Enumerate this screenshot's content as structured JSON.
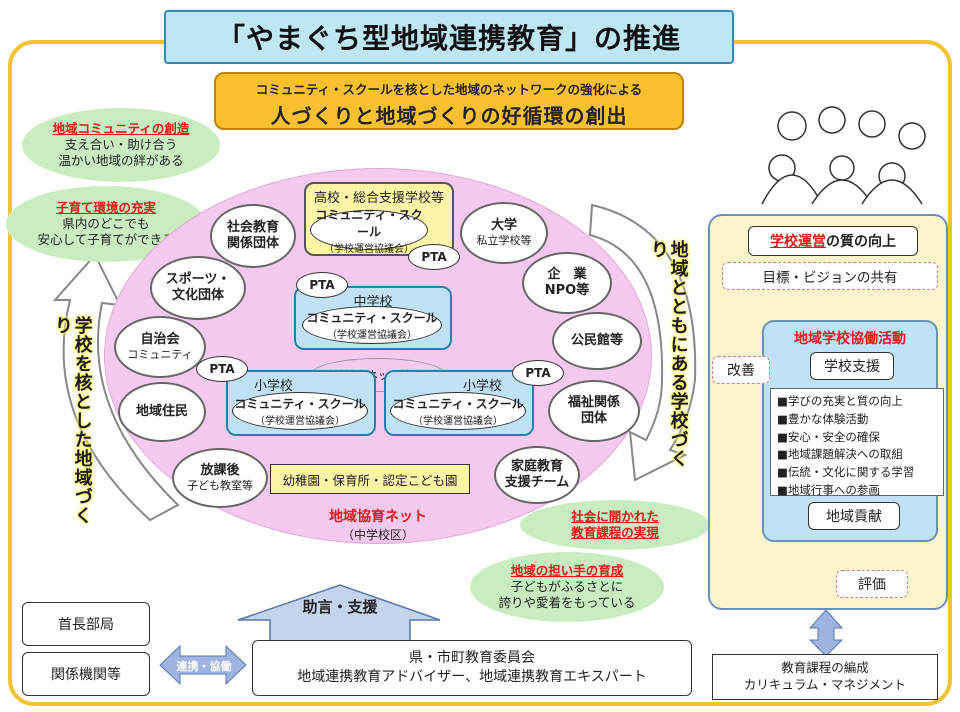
{
  "title": "「やまぐち型地域連携教育」の推進",
  "subtitle": {
    "line1": "コミュニティ・スクールを核とした地域のネットワークの強化による",
    "line2": "人づくりと地域づくりの好循環の創出"
  },
  "left_ovals": [
    {
      "heading": "地域コミュニティの創造",
      "line1": "支え合い・助け合う",
      "line2": "温かい地域の絆がある"
    },
    {
      "heading": "子育て環境の充実",
      "line1": "県内のどこでも",
      "line2": "安心して子育てができる"
    }
  ],
  "left_arc_text": "学校を核とした地域づくり",
  "right_arc_text": "地域とともにある学校づくり",
  "network": {
    "high_school": "高校・総合支援学校等",
    "community_school": "コミュニティ・スクール",
    "council": "（学校運営協議会）",
    "middle_school": "中学校",
    "elementary_left": "小学校",
    "elementary_right": "小学校",
    "pta": "PTA",
    "net_council": "地域協育ネット協議会",
    "kindergarten": "幼稚園・保育所・認定こども園",
    "net_name": "地域協育ネット",
    "net_area": "（中学校区）"
  },
  "circles": {
    "social": {
      "l1": "社会教育",
      "l2": "関係団体"
    },
    "sports": {
      "l1": "スポーツ・",
      "l2": "文化団体"
    },
    "jichikai": {
      "l1": "自治会",
      "l2": "コミュニティ"
    },
    "residents": {
      "l1": "地域住民"
    },
    "afterschool": {
      "l1": "放課後",
      "l2": "子ども教室等"
    },
    "university": {
      "l1": "大学",
      "l2": "私立学校等"
    },
    "company": {
      "l1": "企　業",
      "l2": "NPO等"
    },
    "kominkan": {
      "l1": "公民館等"
    },
    "welfare": {
      "l1": "福祉関係",
      "l2": "団体"
    },
    "family": {
      "l1": "家庭教育",
      "l2": "支援チーム"
    }
  },
  "right_ovals": [
    {
      "heading": "社会に開かれた",
      "heading2": "教育課程の実現"
    },
    {
      "heading": "地域の担い手の育成",
      "line1": "子どもがふるさとに",
      "line2": "誇りや愛着をもっている"
    }
  ],
  "bottom": {
    "advice": "助言・支援",
    "mayor": "首長部局",
    "agencies": "関係機関等",
    "cooperation": "連携・協働",
    "board_l1": "県・市町教育委員会",
    "board_l2": "地域連携教育アドバイザー、地域連携教育エキスパート"
  },
  "right_panel": {
    "mgmt_red": "学校運営",
    "mgmt_rest": "の質の向上",
    "vision": "目標・ビジョンの共有",
    "activity": "地域学校協働活動",
    "support": "学校支援",
    "items": [
      "■学びの充実と質の向上",
      "■豊かな体験活動",
      "■安心・安全の確保",
      "■地域課題解決への取組",
      "■伝統・文化に関する学習",
      "■地域行事への参画"
    ],
    "contribution": "地域貢献",
    "improve": "改善",
    "evaluate": "評価",
    "curriculum_l1": "教育課程の編成",
    "curriculum_l2": "カリキュラム・マネジメント"
  },
  "colors": {
    "accent_red": "#e01818",
    "frame_yellow": "#f2c230",
    "ellipse_pink": "#f6c9ee",
    "oval_green": "#c9ecc0",
    "arrow_salmon": "#f08a6a"
  }
}
